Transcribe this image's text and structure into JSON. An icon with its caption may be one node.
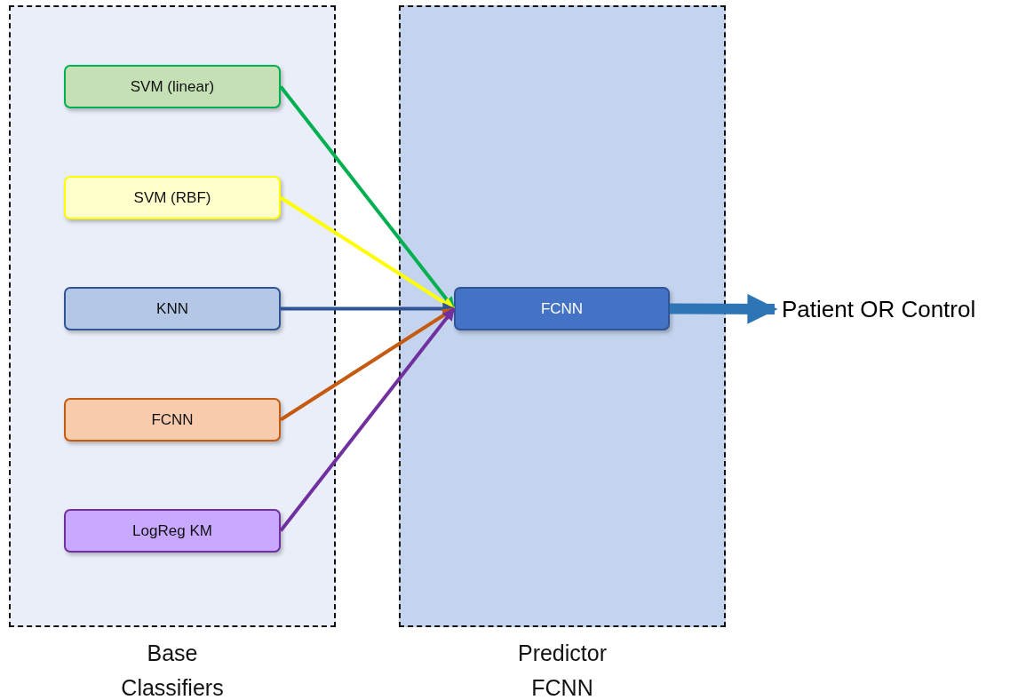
{
  "diagram": {
    "nodes": [
      {
        "text": [
          "Base Classifiers"
        ]
      },
      {
        "text": [
          "Predictor FCNN"
        ]
      },
      {
        "text": [
          "SVM (linear)"
        ],
        "in": 0
      },
      {
        "text": [
          "SVM (RBF)"
        ],
        "in": 0
      },
      {
        "text": [
          "KNN"
        ],
        "in": 0
      },
      {
        "text": [
          "FCNN"
        ],
        "in": 0
      },
      {
        "text": [
          "LogReg KM"
        ],
        "in": 0
      },
      {
        "text": [
          "FCNN"
        ],
        "in": 1
      },
      {
        "text": [
          "Patient OR Control"
        ]
      }
    ],
    "edges": [
      {
        "from": 2,
        "to": 7,
        "arrow": "to",
        "color": "#00b050"
      },
      {
        "from": 3,
        "to": 7,
        "arrow": "to",
        "color": "#ffff00"
      },
      {
        "from": 4,
        "to": 7,
        "arrow": "to",
        "color": "#2f5597"
      },
      {
        "from": 5,
        "to": 7,
        "arrow": "to",
        "color": "#c55a11"
      },
      {
        "from": 6,
        "to": 7,
        "arrow": "to",
        "color": "#7030a0"
      },
      {
        "from": 7,
        "to": 8,
        "arrow": "to",
        "style": "thick",
        "color": "#2e75b6"
      }
    ]
  }
}
